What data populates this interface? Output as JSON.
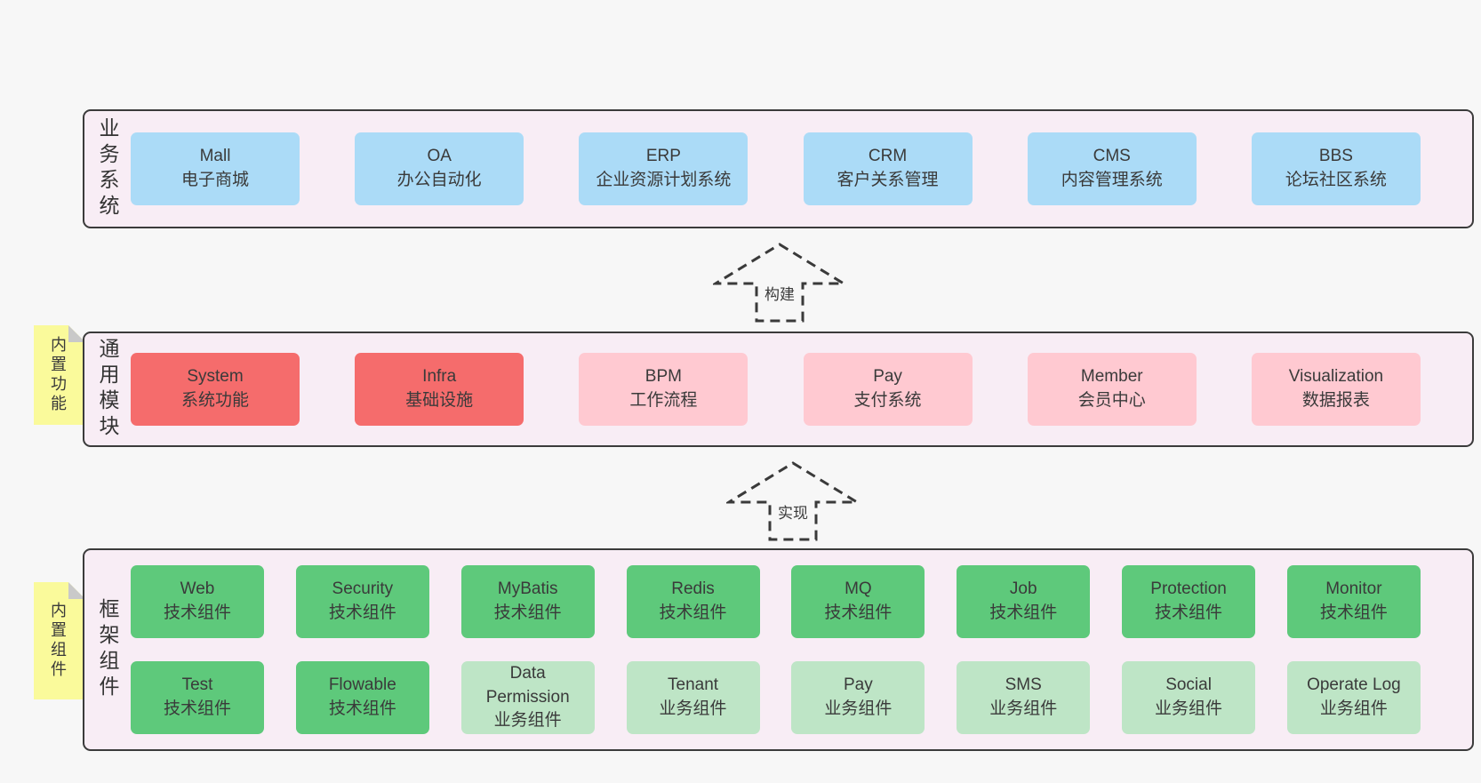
{
  "layers": [
    {
      "label": "业务系统",
      "boxes": [
        {
          "title": "Mall",
          "subtitle": "电子商城"
        },
        {
          "title": "OA",
          "subtitle": "办公自动化"
        },
        {
          "title": "ERP",
          "subtitle": "企业资源计划系统"
        },
        {
          "title": "CRM",
          "subtitle": "客户关系管理"
        },
        {
          "title": "CMS",
          "subtitle": "内容管理系统"
        },
        {
          "title": "BBS",
          "subtitle": "论坛社区系统"
        }
      ]
    },
    {
      "label": "通用模块",
      "sticky": "内置功能",
      "boxes": [
        {
          "title": "System",
          "subtitle": "系统功能",
          "variant": "red"
        },
        {
          "title": "Infra",
          "subtitle": "基础设施",
          "variant": "red"
        },
        {
          "title": "BPM",
          "subtitle": "工作流程",
          "variant": "pink"
        },
        {
          "title": "Pay",
          "subtitle": "支付系统",
          "variant": "pink"
        },
        {
          "title": "Member",
          "subtitle": "会员中心",
          "variant": "pink"
        },
        {
          "title": "Visualization",
          "subtitle": "数据报表",
          "variant": "pink"
        }
      ]
    },
    {
      "label": "框架组件",
      "sticky": "内置组件",
      "row1": [
        {
          "title": "Web",
          "subtitle": "技术组件",
          "variant": "green"
        },
        {
          "title": "Security",
          "subtitle": "技术组件",
          "variant": "green"
        },
        {
          "title": "MyBatis",
          "subtitle": "技术组件",
          "variant": "green"
        },
        {
          "title": "Redis",
          "subtitle": "技术组件",
          "variant": "green"
        },
        {
          "title": "MQ",
          "subtitle": "技术组件",
          "variant": "green"
        },
        {
          "title": "Job",
          "subtitle": "技术组件",
          "variant": "green"
        },
        {
          "title": "Protection",
          "subtitle": "技术组件",
          "variant": "green"
        },
        {
          "title": "Monitor",
          "subtitle": "技术组件",
          "variant": "green"
        }
      ],
      "row2": [
        {
          "title": "Test",
          "subtitle": "技术组件",
          "variant": "green"
        },
        {
          "title": "Flowable",
          "subtitle": "技术组件",
          "variant": "green"
        },
        {
          "title": "Data Permission",
          "subtitle": "业务组件",
          "variant": "lightgreen"
        },
        {
          "title": "Tenant",
          "subtitle": "业务组件",
          "variant": "lightgreen"
        },
        {
          "title": "Pay",
          "subtitle": "业务组件",
          "variant": "lightgreen"
        },
        {
          "title": "SMS",
          "subtitle": "业务组件",
          "variant": "lightgreen"
        },
        {
          "title": "Social",
          "subtitle": "业务组件",
          "variant": "lightgreen"
        },
        {
          "title": "Operate Log",
          "subtitle": "业务组件",
          "variant": "lightgreen"
        }
      ]
    }
  ],
  "arrows": [
    {
      "label": "构建"
    },
    {
      "label": "实现"
    }
  ],
  "colors": {
    "page_bg": "#f7f7f7",
    "layer_bg": "#f8edf5",
    "layer_border": "#3b3b3b",
    "blue_box": "#abdbf7",
    "red_box": "#f56c6c",
    "pink_box": "#ffc9d1",
    "green_box": "#5ec97b",
    "light_green_box": "#bee5c6",
    "sticky_yellow": "#fafa9b",
    "sticky_fold": "#c9c9c9",
    "text": "#3a3a3a"
  }
}
